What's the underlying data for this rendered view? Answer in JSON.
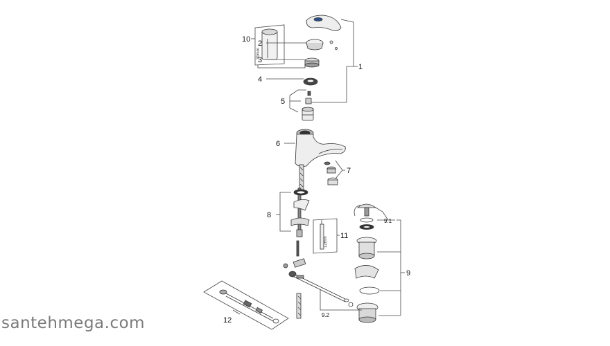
{
  "callouts": {
    "c1": "1",
    "c2": "2",
    "c3": "3",
    "c4": "4",
    "c5": "5",
    "c6": "6",
    "c7": "7",
    "c8": "8",
    "c9": "9",
    "c9_1": "9.1",
    "c9_2": "9.2",
    "c10": "10",
    "c11": "11",
    "c12": "12"
  },
  "tool_10_marking": "30mm",
  "tool_11_marking": "12mm",
  "watermark": "santehmega.com",
  "colors": {
    "line": "#444444",
    "part_fill": "#e6e6e6",
    "part_dark": "#9a9a9a",
    "ring": "#111111",
    "watermark": "#7a7a7a"
  }
}
